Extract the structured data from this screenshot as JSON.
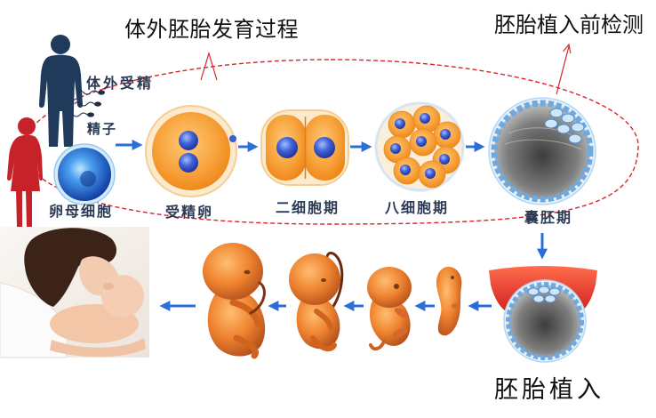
{
  "title": "体外胚胎发育过程",
  "pgt_label": "胚胎植入前检测",
  "implantation_label": "胚胎植入",
  "stages": {
    "ivf": "体外受精",
    "sperm": "精子",
    "oocyte": "卵母细胞",
    "zygote": "受精卵",
    "two_cell": "二细胞期",
    "eight_cell": "八细胞期",
    "blastocyst": "囊胚期"
  },
  "colors": {
    "accent_red": "#d8262e",
    "arrow_blue": "#2a6fd8",
    "label_navy": "#2b3a55",
    "cell_orange": "#f39a2c",
    "nucleus_blue": "#3b5fd0"
  }
}
